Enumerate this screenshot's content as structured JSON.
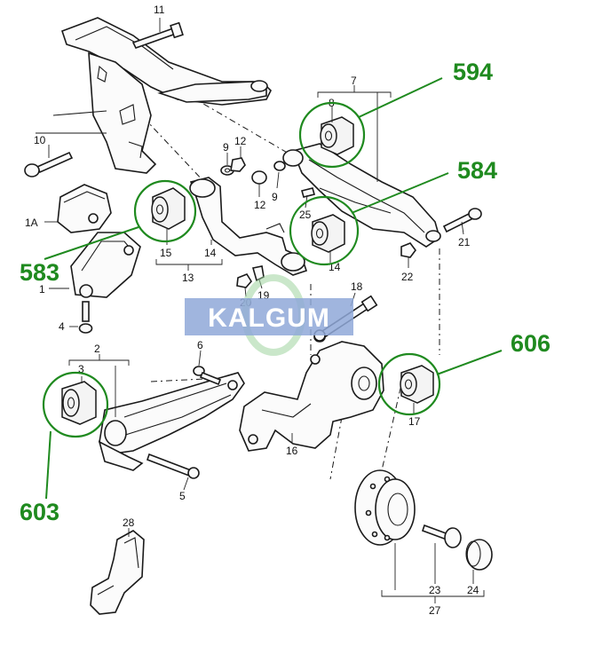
{
  "callouts": {
    "c594": "594",
    "c584": "584",
    "c583": "583",
    "c606": "606",
    "c603": "603"
  },
  "watermark": "KALGUM",
  "labels": {
    "p11": "11",
    "p10": "10",
    "p1a": "1A",
    "p1": "1",
    "p4": "4",
    "p9a": "9",
    "p12a": "12",
    "p9b": "9",
    "p12b": "12",
    "p25": "25",
    "p8": "8",
    "p7": "7",
    "p14a": "14",
    "p15": "15",
    "p14b": "14",
    "p13": "13",
    "p21": "21",
    "p22": "22",
    "p20": "20",
    "p19": "19",
    "p18": "18",
    "p6": "6",
    "p2": "2",
    "p3": "3",
    "p5": "5",
    "p16": "16",
    "p17": "17",
    "p28": "28",
    "p23": "23",
    "p24": "24",
    "p27": "27"
  },
  "colors": {
    "callout": "#1f8a1f",
    "watermark_band": "#8fa8d8",
    "line": "#1a1a1a"
  }
}
